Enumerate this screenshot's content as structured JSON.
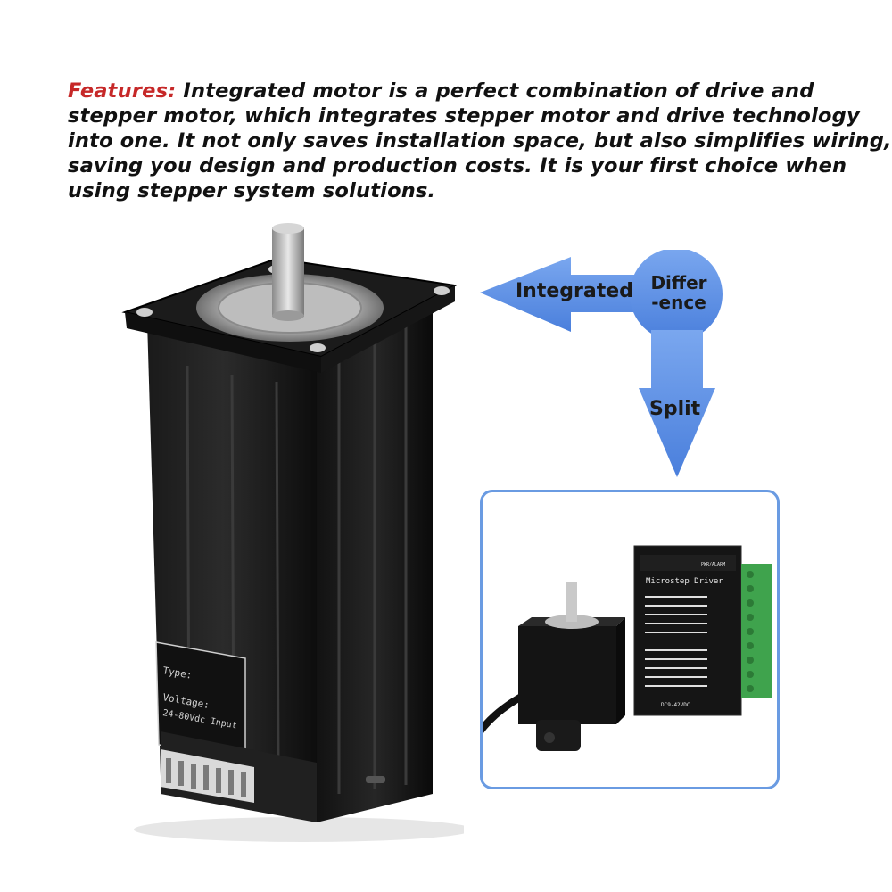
{
  "features": {
    "label": "Features:",
    "line1": " Integrated motor is a perfect combination of drive and",
    "line2": "stepper motor, which integrates stepper motor and drive technology",
    "line3": "into one. It not only saves installation space, but also simplifies wiring,",
    "line4": "saving you design and production costs. It is your first choice when",
    "line5": "using stepper system solutions."
  },
  "diagram": {
    "integrated": "Integrated",
    "difference_line1": "Differ",
    "difference_line2": "-ence",
    "split": "Split",
    "arrow_color": "#5b8fe6"
  },
  "motor_label": {
    "type": "Type:",
    "voltage": "Voltage:",
    "voltage_value": "24-80Vdc Input"
  },
  "driver": {
    "title": "Microstep Driver",
    "alarm": "PWR/ALARM",
    "supply": "DC9-42VDC"
  },
  "colors": {
    "feature_label": "#c62828",
    "box_border": "#6a9be2",
    "terminal_green": "#3fa34d"
  }
}
